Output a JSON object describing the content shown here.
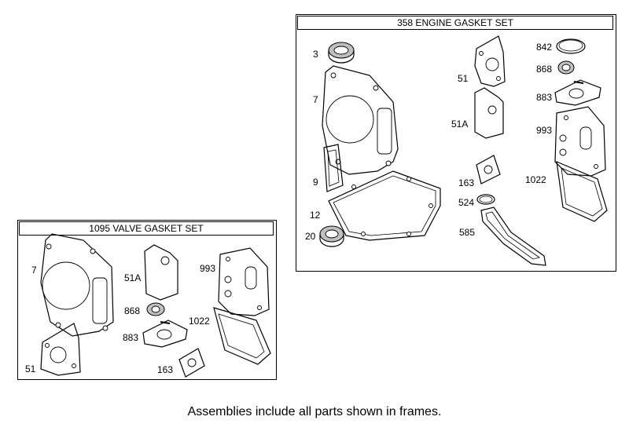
{
  "engine_set": {
    "title": "358 ENGINE GASKET SET",
    "labels": {
      "p3": "3",
      "p7": "7",
      "p9": "9",
      "p12": "12",
      "p20": "20",
      "p51": "51",
      "p51a": "51A",
      "p163": "163",
      "p524": "524",
      "p585": "585",
      "p842": "842",
      "p868": "868",
      "p883": "883",
      "p993": "993",
      "p1022": "1022"
    }
  },
  "valve_set": {
    "title": "1095 VALVE GASKET SET",
    "labels": {
      "p7": "7",
      "p51": "51",
      "p51a": "51A",
      "p868": "868",
      "p883": "883",
      "p163": "163",
      "p993": "993",
      "p1022": "1022"
    }
  },
  "footer": "Assemblies include all parts shown in frames."
}
